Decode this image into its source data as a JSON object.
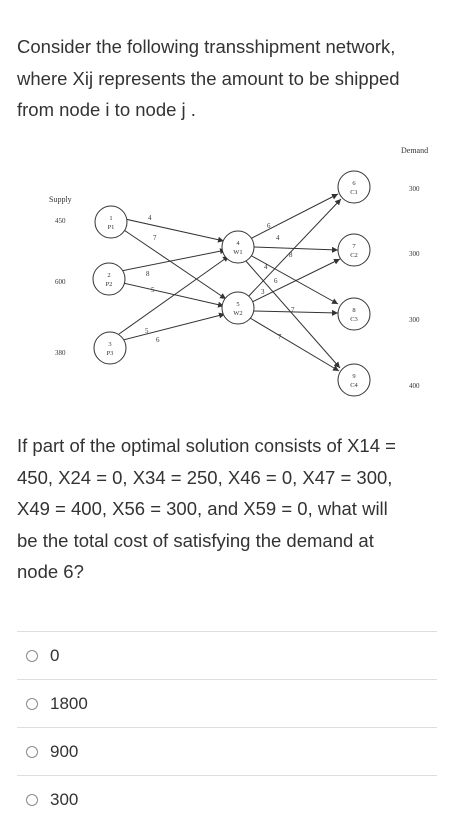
{
  "question": {
    "intro_lines": [
      "Consider the following transshipment network,",
      "where Xij represents the amount to be shipped",
      "from node i to node j ."
    ],
    "prompt_lines": [
      "If part of the optimal solution consists of X14 =",
      "450, X24 = 0, X34 = 250, X46 = 0, X47 = 300,",
      "X49 = 400, X56 = 300, and X59 = 0, what will",
      "be the total cost of satisfying the demand at",
      "node 6?"
    ]
  },
  "diagram": {
    "supply_label": "Supply",
    "demand_label": "Demand",
    "sources": [
      {
        "num": "1",
        "name": "P1",
        "supply": "450"
      },
      {
        "num": "2",
        "name": "P2",
        "supply": "600"
      },
      {
        "num": "3",
        "name": "P3",
        "supply": "380"
      }
    ],
    "transshipment": [
      {
        "num": "4",
        "name": "W1"
      },
      {
        "num": "5",
        "name": "W2"
      }
    ],
    "destinations": [
      {
        "num": "6",
        "name": "C1",
        "demand": "300"
      },
      {
        "num": "7",
        "name": "C2",
        "demand": "300"
      },
      {
        "num": "8",
        "name": "C3",
        "demand": "300"
      },
      {
        "num": "9",
        "name": "C4",
        "demand": "400"
      }
    ],
    "costs_stage1": [
      "4",
      "7",
      "8",
      "5",
      "5",
      "6"
    ],
    "costs_stage2": [
      "6",
      "4",
      "8",
      "4",
      "3",
      "6",
      "7",
      "7"
    ]
  },
  "options": [
    {
      "label": "0"
    },
    {
      "label": "1800"
    },
    {
      "label": "900"
    },
    {
      "label": "300"
    }
  ]
}
